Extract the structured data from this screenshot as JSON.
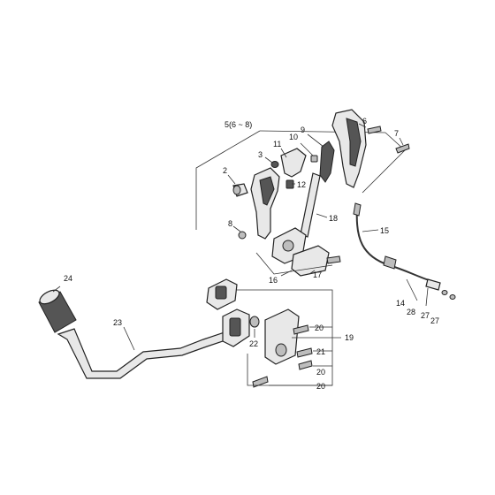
{
  "callouts": {
    "c5": "5(6 ~ 8)",
    "c6": "6",
    "c7": "7",
    "c9": "9",
    "c10": "10",
    "c11": "11",
    "c3": "3",
    "c2": "2",
    "c12": "12",
    "c8": "8",
    "c18": "18",
    "c15": "15",
    "c16": "16",
    "c17": "17",
    "c14": "14",
    "c28": "28",
    "c27a": "27",
    "c27b": "27",
    "c24": "24",
    "c23": "23",
    "c22": "22",
    "c19": "19",
    "c20a": "20",
    "c21": "21",
    "c20b": "20",
    "c20c": "20"
  }
}
